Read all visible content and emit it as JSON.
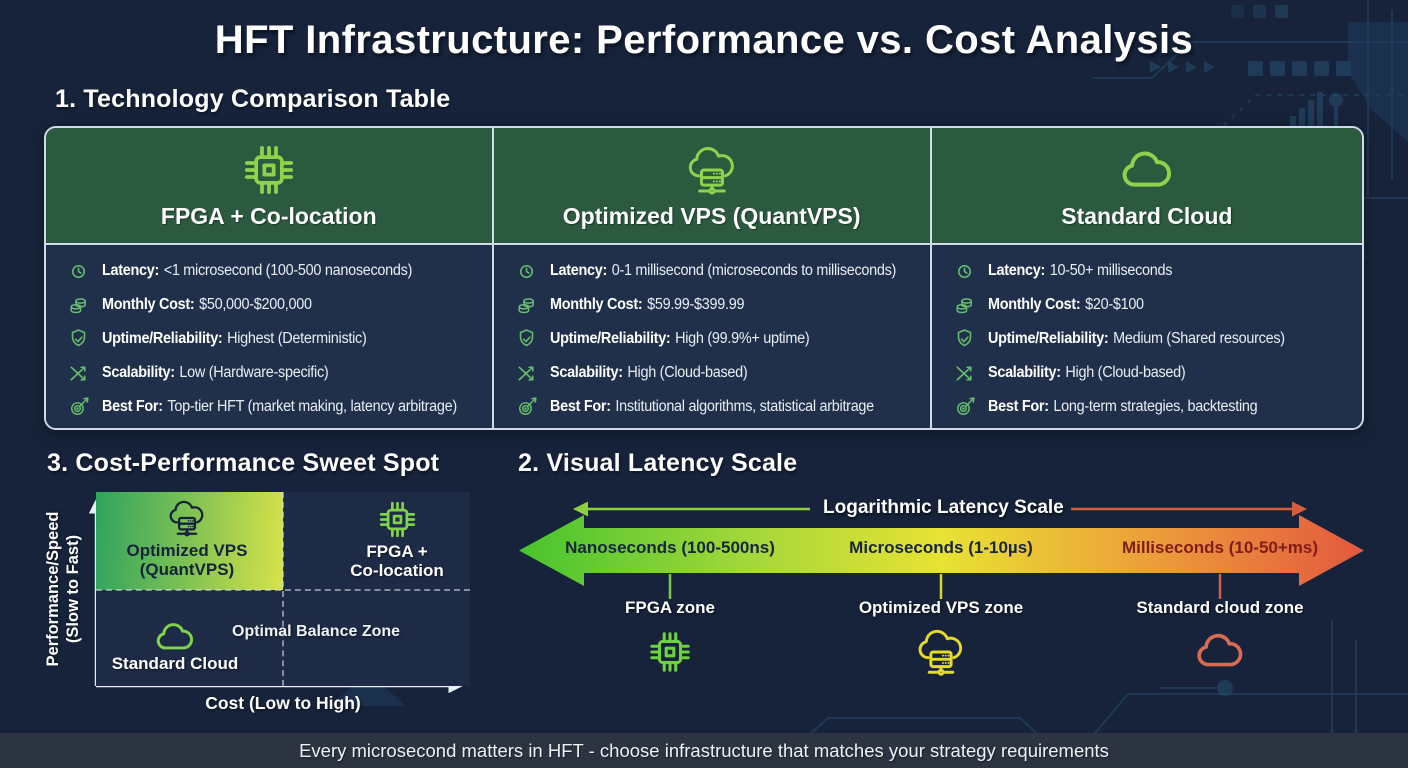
{
  "title": "HFT Infrastructure: Performance vs. Cost Analysis",
  "sections": {
    "comparison": {
      "heading": "1. Technology Comparison Table",
      "columns": [
        {
          "name": "FPGA + Co-location",
          "icon": "chip",
          "rows": [
            {
              "icon": "clock",
              "label": "Latency:",
              "value": "<1 microsecond (100-500 nanoseconds)"
            },
            {
              "icon": "coins",
              "label": "Monthly Cost:",
              "value": "$50,000-$200,000"
            },
            {
              "icon": "shield",
              "label": "Uptime/Reliability:",
              "value": "Highest (Deterministic)"
            },
            {
              "icon": "scalability",
              "label": "Scalability:",
              "value": "Low (Hardware-specific)"
            },
            {
              "icon": "target",
              "label": "Best For:",
              "value": "Top-tier HFT (market making, latency arbitrage)"
            }
          ]
        },
        {
          "name": "Optimized VPS (QuantVPS)",
          "icon": "cloud-server",
          "rows": [
            {
              "icon": "clock",
              "label": "Latency:",
              "value": "0-1 millisecond (microseconds to milliseconds)"
            },
            {
              "icon": "coins",
              "label": "Monthly Cost:",
              "value": "$59.99-$399.99"
            },
            {
              "icon": "shield",
              "label": "Uptime/Reliability:",
              "value": "High (99.9%+ uptime)"
            },
            {
              "icon": "scalability",
              "label": "Scalability:",
              "value": "High (Cloud-based)"
            },
            {
              "icon": "target",
              "label": "Best For:",
              "value": "Institutional algorithms, statistical arbitrage"
            }
          ]
        },
        {
          "name": "Standard Cloud",
          "icon": "cloud",
          "rows": [
            {
              "icon": "clock",
              "label": "Latency:",
              "value": "10-50+ milliseconds"
            },
            {
              "icon": "coins",
              "label": "Monthly Cost:",
              "value": "$20-$100"
            },
            {
              "icon": "shield",
              "label": "Uptime/Reliability:",
              "value": "Medium (Shared resources)"
            },
            {
              "icon": "scalability",
              "label": "Scalability:",
              "value": "High (Cloud-based)"
            },
            {
              "icon": "target",
              "label": "Best For:",
              "value": "Long-term strategies, backtesting"
            }
          ]
        }
      ]
    },
    "sweet_spot": {
      "heading": "3. Cost-Performance Sweet Spot",
      "y_axis_line1": "Performance/Speed",
      "y_axis_line2": "(Slow to Fast)",
      "x_axis": "Cost (Low to High)",
      "vps_icon": "cloud-server",
      "vps_line1": "Optimized VPS",
      "vps_line2": "(QuantVPS)",
      "fpga_icon": "chip",
      "fpga_line1": "FPGA +",
      "fpga_line2": "Co-location",
      "cloud_icon": "cloud",
      "standard_label": "Standard Cloud",
      "balance_label": "Optimal Balance Zone"
    },
    "latency_scale": {
      "heading": "2. Visual Latency Scale",
      "scale_title": "Logarithmic Latency Scale",
      "bands": [
        {
          "label": "Nanoseconds (100-500ns)",
          "zone": "FPGA zone",
          "icon": "chip"
        },
        {
          "label": "Microseconds (1-10µs)",
          "zone": "Optimized VPS zone",
          "icon": "cloud-server"
        },
        {
          "label": "Milliseconds (10-50+ms)",
          "zone": "Standard cloud zone",
          "icon": "cloud"
        }
      ]
    }
  },
  "footer": "Every microsecond matters in HFT - choose infrastructure that matches your strategy requirements",
  "colors": {
    "background": "#16233a",
    "header_green": "#2b5a3e",
    "panel_navy": "#20304b",
    "lime_accent": "#8ed34c",
    "row_icon_green": "#66bd6d",
    "arrow_green": "#7cc63f",
    "scale_green": "#4ec32e",
    "scale_yellow": "#e8e233",
    "scale_red": "#e4583f",
    "highlight_gradient_start": "#2fa35f",
    "highlight_gradient_end": "#d8e249"
  }
}
